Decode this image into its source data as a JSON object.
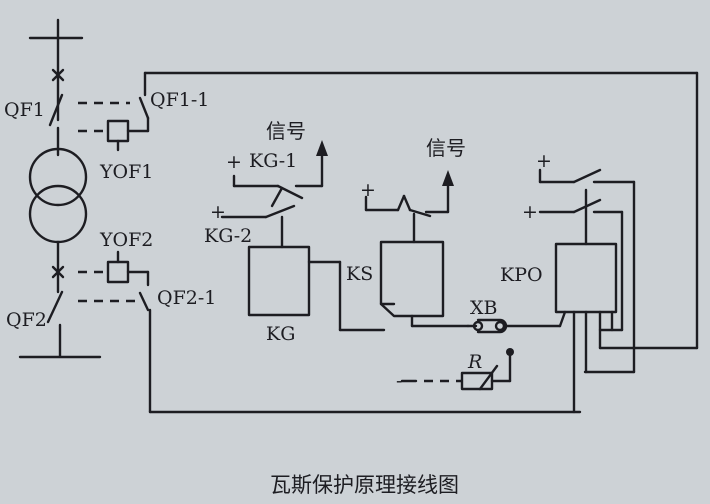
{
  "diagram": {
    "caption": "瓦斯保护原理接线图",
    "labels": {
      "qf1": "QF1",
      "qf1_1": "QF1-1",
      "yof1": "YOF1",
      "yof2": "YOF2",
      "qf2": "QF2",
      "qf2_1": "QF2-1",
      "kg_1": "KG-1",
      "kg_2": "KG-2",
      "kg": "KG",
      "ks": "KS",
      "kpo": "KPO",
      "xb": "XB",
      "r": "R",
      "signal_1": "信号",
      "signal_2": "信号",
      "plus": "+",
      "minus": "-"
    }
  }
}
